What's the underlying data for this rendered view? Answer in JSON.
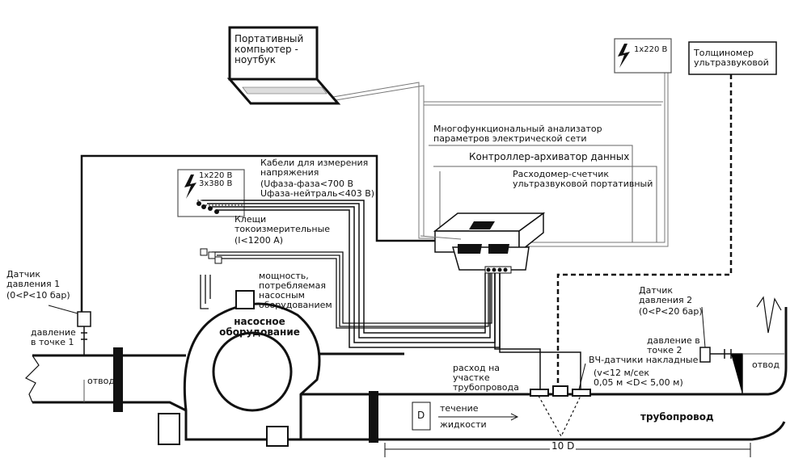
{
  "laptop": {
    "label": "Портативный компьютер - ноутбук"
  },
  "power_top": {
    "label": "1x220 В"
  },
  "thickness_gauge": {
    "label": "Толщиномер ультразвуковой"
  },
  "analyzer": {
    "label": "Многофункциональный анализатор параметров электрической сети"
  },
  "controller": {
    "label": "Контроллер-архиватор данных"
  },
  "flowmeter": {
    "label": "Расходомер-счетчик ультразвуковой портативный"
  },
  "power_panel": {
    "line1": "1x220 В",
    "line2": "3x380 В"
  },
  "cables": {
    "title": "Кабели для измерения напряжения",
    "line1": "(Uфаза-фаза<700 В",
    "line2": "Uфаза-нейтраль<403 В)"
  },
  "clamps": {
    "title": "Клещи токоизмерительные",
    "range": "(I<1200 A)"
  },
  "power_consumed": {
    "label": "мощность, потребляемая насосным оборудованием"
  },
  "pump": {
    "label": "насосное оборудование"
  },
  "sensor1": {
    "title": "Датчик давления 1",
    "range": "(0<P<10 бар)",
    "point": "давление в точке 1",
    "outlet": "отвод"
  },
  "sensor2": {
    "title": "Датчик давления 2",
    "range": "(0<P<20 бар)",
    "point": "давление в точке 2",
    "outlet": "отвод"
  },
  "flow_section": {
    "label": "расход на участке трубопровода"
  },
  "hf_sensors": {
    "title": "ВЧ-датчики накладные",
    "line1": "(v<12 м/сек",
    "line2": "0,05 м <D< 5,00 м)"
  },
  "liquid_flow": {
    "line1": "течение",
    "line2": "жидкости"
  },
  "diameter": {
    "label": "D"
  },
  "distance": {
    "label": "10 D"
  },
  "pipeline": {
    "label": "трубопровод"
  }
}
